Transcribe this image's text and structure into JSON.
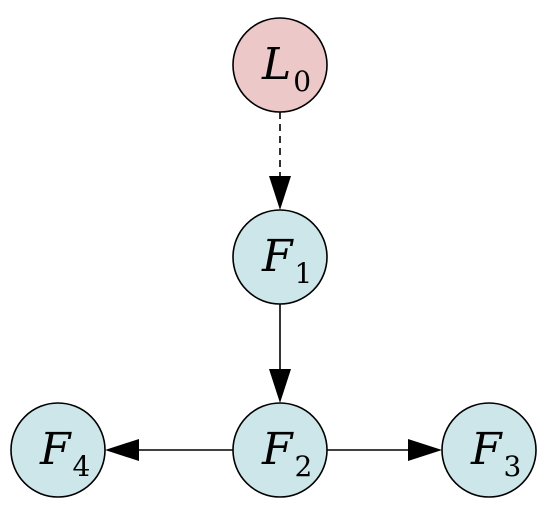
{
  "diagram": {
    "colors": {
      "leader_fill": "#ecc8c8",
      "follower_fill": "#cde6ea",
      "stroke": "#000000",
      "background": "#ffffff"
    },
    "nodes": [
      {
        "id": "L0",
        "letter": "L",
        "subscript": "0",
        "role": "leader"
      },
      {
        "id": "F1",
        "letter": "F",
        "subscript": "1",
        "role": "follower"
      },
      {
        "id": "F2",
        "letter": "F",
        "subscript": "2",
        "role": "follower"
      },
      {
        "id": "F3",
        "letter": "F",
        "subscript": "3",
        "role": "follower"
      },
      {
        "id": "F4",
        "letter": "F",
        "subscript": "4",
        "role": "follower"
      }
    ],
    "edges": [
      {
        "from": "L0",
        "to": "F1",
        "style": "dashed"
      },
      {
        "from": "F1",
        "to": "F2",
        "style": "solid"
      },
      {
        "from": "F2",
        "to": "F3",
        "style": "solid"
      },
      {
        "from": "F2",
        "to": "F4",
        "style": "solid"
      }
    ]
  }
}
